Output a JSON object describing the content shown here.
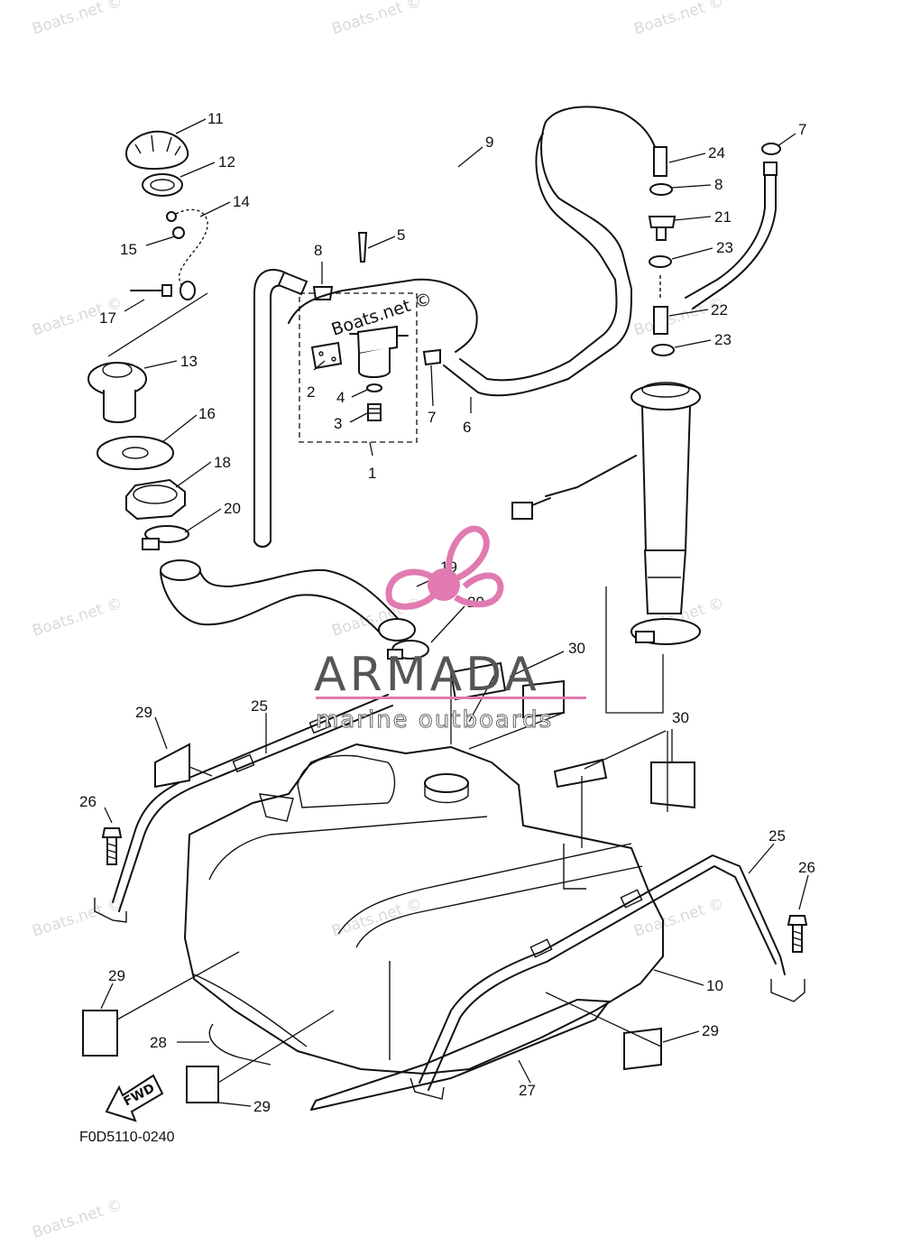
{
  "watermarks": [
    "Boats.net ©",
    "Boats.net ©",
    "Boats.net ©",
    "Boats.net ©",
    "Boats.net ©",
    "Boats.net ©",
    "Boats.net ©",
    "Boats.net ©",
    "Boats.net ©",
    "Boats.net ©",
    "Boats.net ©",
    "Boats.net ©"
  ],
  "center_watermark": "Boats.net ©",
  "brand": {
    "name": "ARMADA",
    "tagline": "marine outboards",
    "accent": "#e07ab0"
  },
  "fwd_label": "FWD",
  "figure_code": "F0D5110-0240",
  "callouts": [
    "11",
    "12",
    "14",
    "15",
    "17",
    "13",
    "16",
    "18",
    "20",
    "8",
    "5",
    "9",
    "7",
    "24",
    "8",
    "21",
    "23",
    "22",
    "23",
    "2",
    "4",
    "3",
    "7",
    "6",
    "1",
    "19",
    "20",
    "30",
    "30",
    "29",
    "25",
    "26",
    "25",
    "26",
    "10",
    "29",
    "28",
    "27",
    "29",
    "29"
  ]
}
